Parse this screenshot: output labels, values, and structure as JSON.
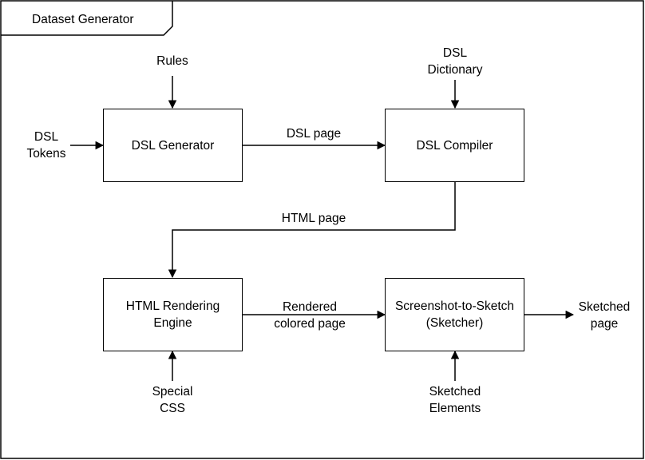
{
  "frame": {
    "title": "Dataset Generator"
  },
  "nodes": {
    "dsl_generator": "DSL Generator",
    "dsl_compiler": "DSL Compiler",
    "html_engine": "HTML Rendering\nEngine",
    "sketcher": "Screenshot-to-Sketch\n(Sketcher)"
  },
  "labels": {
    "rules": "Rules",
    "dsl_tokens": "DSL\nTokens",
    "dsl_dictionary": "DSL\nDictionary",
    "dsl_page": "DSL page",
    "html_page": "HTML page",
    "rendered_page": "Rendered\ncolored page",
    "special_css": "Special\nCSS",
    "sketched_elements": "Sketched\nElements",
    "sketched_page": "Sketched\npage"
  }
}
